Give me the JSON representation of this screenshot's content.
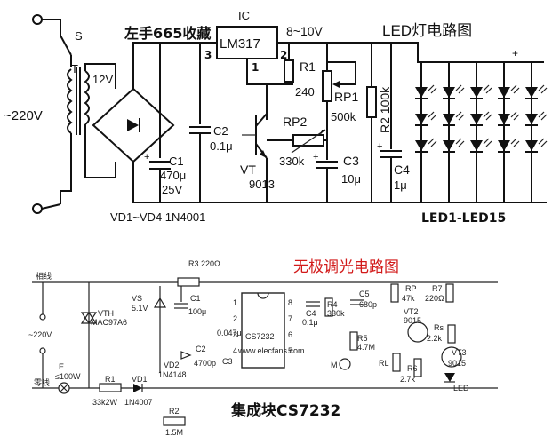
{
  "top_circuit": {
    "switch": "S",
    "transformer": "T",
    "mains": "~220V",
    "secondary": "12V",
    "watermark": "左手665收藏",
    "ic_ref": "IC",
    "ic_name": "LM317",
    "pin1": "1",
    "pin2": "2",
    "pin3": "3",
    "output_voltage": "8~10V",
    "title": "LED灯电路图",
    "r1": "R1",
    "r1_value": "240",
    "rp1": "RP1",
    "rp1_value": "500k",
    "r2": "R2 100k",
    "rp2": "RP2",
    "rp2_value": "330k",
    "c2": "C2",
    "c2_value": "0.1μ",
    "c1": "C1",
    "c1_value": "470μ",
    "c1_voltage": "25V",
    "vt": "VT",
    "vt_model": "9013",
    "c3": "C3",
    "c3_value": "10μ",
    "c4": "C4",
    "c4_value": "1μ",
    "plus": "+",
    "diodes": "VD1~VD4  1N4001",
    "leds": "LED1-LED15"
  },
  "bottom_circuit": {
    "title": "无极调光电路图",
    "subtitle": "集成块CS7232",
    "live": "相线",
    "neutral": "零线",
    "mains": "~220V",
    "lamp": "E",
    "lamp_power": "≤100W",
    "r3": "R3 220Ω",
    "vs": "VS",
    "vs_value": "5.1V",
    "c1": "C1",
    "c1_value": "100μ",
    "vth": "VTH",
    "vth_model": "MAC97A6",
    "c2": "C2",
    "c2_value": "0.047μ",
    "c3": "C3",
    "c3_value": "4700p",
    "vd2": "VD2",
    "vd2_model": "1N4148",
    "r1": "R1",
    "r1_value": "33k2W",
    "vd1": "VD1",
    "vd1_model": "1N4007",
    "r2": "R2",
    "r2_value": "1.5M",
    "chip": "CS7232",
    "c4": "C4",
    "c4_value": "0.1μ",
    "r4": "R4",
    "r4_value": "330k",
    "c5": "C5",
    "c5_value": "680p",
    "r5": "R5",
    "r5_value": "4.7M",
    "mic": "M",
    "rp": "RP",
    "rp_value": "47k",
    "r7": "R7",
    "r7_value": "220Ω",
    "vt2": "VT2",
    "vt2_model": "9015",
    "rs": "Rs",
    "rs_value": "2.2k",
    "vt3": "VT3",
    "vt3_model": "9015",
    "rl": "RL",
    "r6": "R6",
    "r6_value": "2.7k",
    "led": "LED",
    "site": "www.elecfans.com",
    "pins_left": [
      "1",
      "2",
      "3",
      "4"
    ],
    "pins_right": [
      "8",
      "7",
      "6",
      "5"
    ]
  }
}
